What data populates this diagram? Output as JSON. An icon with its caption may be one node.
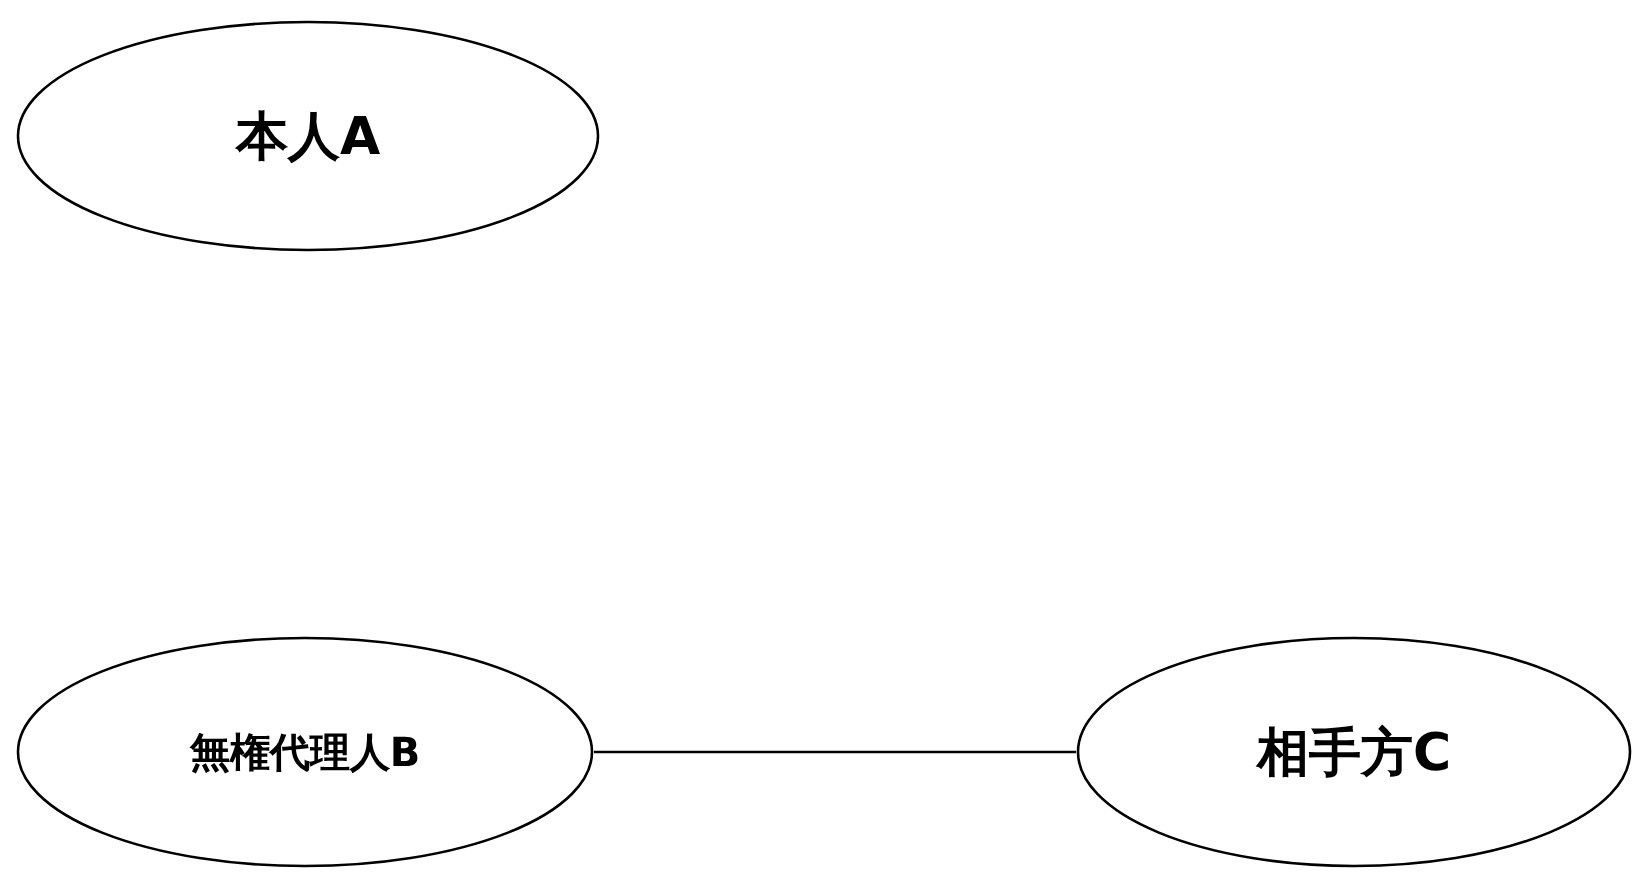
{
  "diagram": {
    "nodes": [
      {
        "text": [
          "本人A"
        ]
      },
      {
        "text": [
          "無権代理人B"
        ]
      },
      {
        "text": [
          "相手方C"
        ]
      }
    ],
    "edges": [
      {
        "from": 1,
        "to": 2,
        "arrow": "none"
      }
    ]
  }
}
